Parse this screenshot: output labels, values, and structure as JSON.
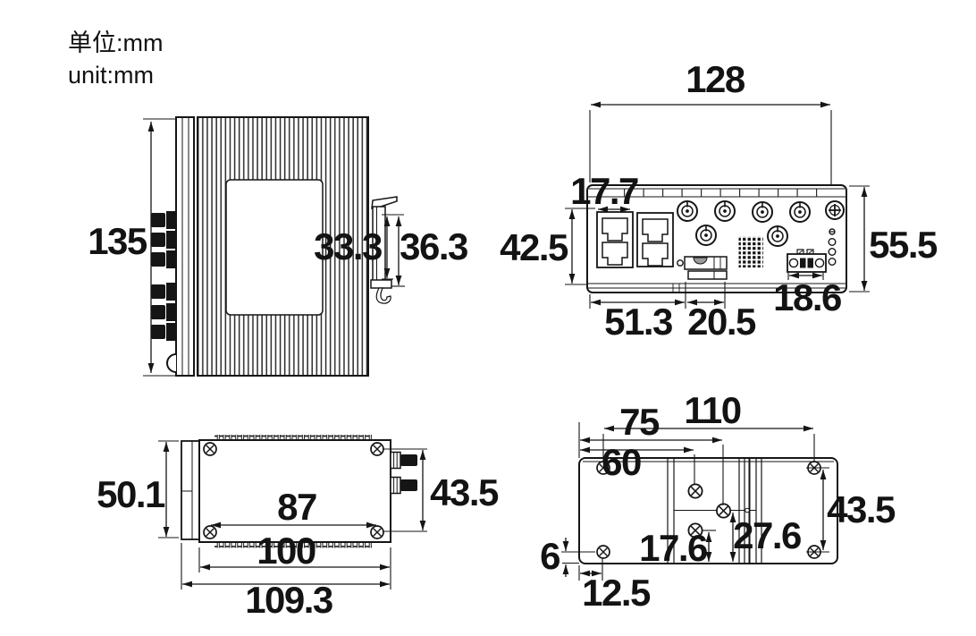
{
  "unit_note": {
    "zh": "单位:mm",
    "en": "unit:mm"
  },
  "dimensions": {
    "side_height": "135",
    "din_clip_inner": "33.3",
    "din_clip_outer": "36.3",
    "front_width": "128",
    "rj45_width": "17.7",
    "front_port_zone_height": "42.5",
    "front_height": "55.5",
    "sim_offset": "51.3",
    "sim_width": "20.5",
    "terminal_width": "18.6",
    "top_depth": "50.1",
    "top_screw_span_h": "87",
    "top_body_width": "100",
    "top_total_width": "109.3",
    "top_screw_span_v": "43.5",
    "bottom_screw_span_h": "110",
    "bottom_center_offset": "75",
    "bottom_screw_offset": "60",
    "bottom_screw_span_v": "43.5",
    "bottom_center_to_edge": "27.6",
    "bottom_screw_to_edge": "17.6",
    "bottom_edge_gap": "6",
    "bottom_corner_offset": "12.5"
  }
}
